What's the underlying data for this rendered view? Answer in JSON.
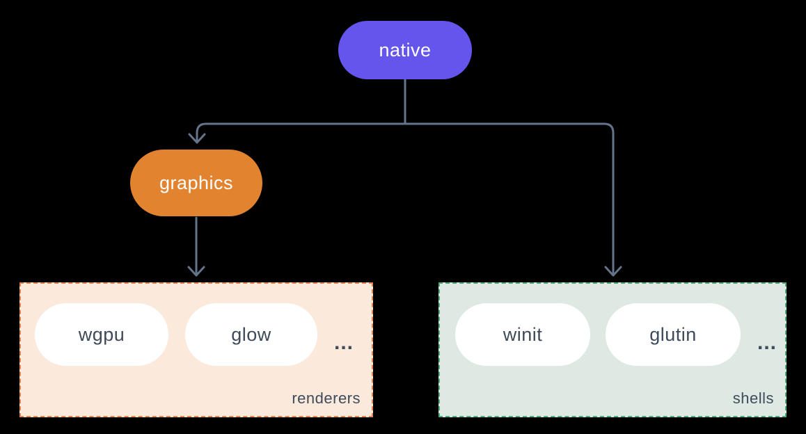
{
  "colors": {
    "background": "#000000",
    "native-fill": "#6455ec",
    "graphics-fill": "#e2832f",
    "node-text": "#ffffff",
    "renderers-bg": "#fbe9dc",
    "renderers-border": "#e8824e",
    "shells-bg": "#dee9e3",
    "shells-border": "#4cab7d",
    "pill-bg": "#ffffff",
    "pill-text": "#3e4a59",
    "line": "#64748b",
    "label-text": "#3f4a5a"
  },
  "nodes": {
    "native": {
      "label": "native"
    },
    "graphics": {
      "label": "graphics"
    }
  },
  "groups": {
    "renderers": {
      "label": "renderers",
      "items": [
        "wgpu",
        "glow"
      ],
      "more": "..."
    },
    "shells": {
      "label": "shells",
      "items": [
        "winit",
        "glutin"
      ],
      "more": "..."
    }
  }
}
